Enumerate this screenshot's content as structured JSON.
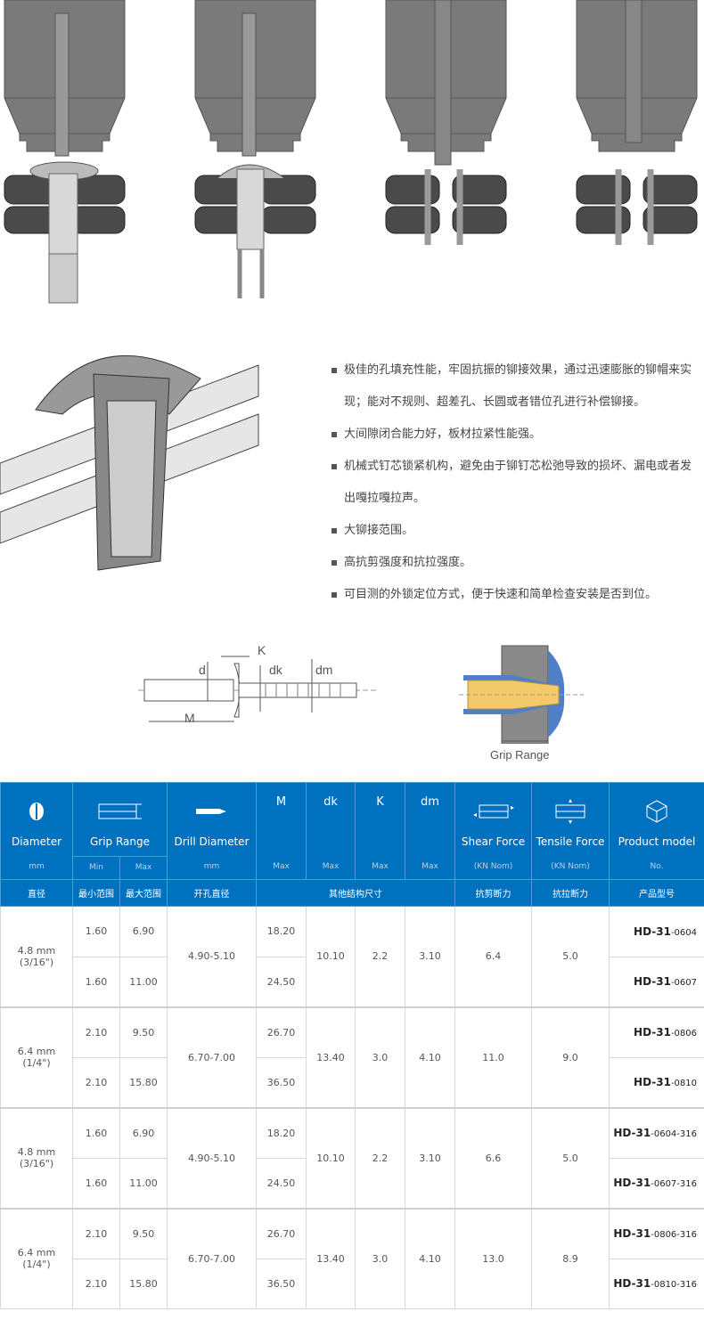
{
  "features": [
    "极佳的孔填充性能，牢固抗振的铆接效果，通过迅速膨胀的铆帽来实现；能对不规则、超差孔、长圆或者错位孔进行补偿铆接。",
    "大间隙闭合能力好，板材拉紧性能强。",
    "机械式钉芯锁紧机构，避免由于铆钉芯松弛导致的损坏、漏电或者发出嘎拉嘎拉声。",
    "大铆接范围。",
    "高抗剪强度和抗拉强度。",
    "可目测的外锁定位方式，便于快速和简单检查安装是否到位。"
  ],
  "dimension_labels": {
    "d": "d",
    "k": "K",
    "dk": "dk",
    "dm": "dm",
    "m": "M",
    "grip": "Grip Range"
  },
  "table": {
    "headers": [
      {
        "icon": "diameter-icon",
        "name": "Diameter",
        "unit": "mm",
        "cn": "直径"
      },
      {
        "icon": "grip-range-icon",
        "name": "Grip Range",
        "units": [
          "Min",
          "Max"
        ],
        "cn": [
          "最小范围",
          "最大范围"
        ]
      },
      {
        "icon": "drill-icon",
        "name": "Drill Diameter",
        "unit": "mm",
        "cn": "开孔直径"
      },
      {
        "name": "M",
        "unit": "Max"
      },
      {
        "name": "dk",
        "unit": "Max"
      },
      {
        "name": "K",
        "unit": "Max"
      },
      {
        "name": "dm",
        "unit": "Max"
      },
      {
        "icon": "shear-force-icon",
        "name": "Shear Force",
        "unit": "(KN Nom)",
        "cn": "抗剪断力"
      },
      {
        "icon": "tensile-force-icon",
        "name": "Tensile Force",
        "unit": "(KN Nom)",
        "cn": "抗拉断力"
      },
      {
        "icon": "product-box-icon",
        "name": "Product model",
        "unit": "No.",
        "cn": "产品型号"
      }
    ],
    "other_dims_cn": "其他结构尺寸",
    "groups": [
      {
        "diameter": "4.8 mm",
        "inch": "(3/16\")",
        "drill": "4.90-5.10",
        "dk": "10.10",
        "k": "2.2",
        "dm": "3.10",
        "shear": "6.4",
        "tensile": "5.0",
        "rows": [
          {
            "min": "1.60",
            "max": "6.90",
            "m": "18.20",
            "prefix": "HD-31",
            "suffix": "-0604"
          },
          {
            "min": "1.60",
            "max": "11.00",
            "m": "24.50",
            "prefix": "HD-31",
            "suffix": "-0607"
          }
        ]
      },
      {
        "diameter": "6.4 mm",
        "inch": "(1/4\")",
        "drill": "6.70-7.00",
        "dk": "13.40",
        "k": "3.0",
        "dm": "4.10",
        "shear": "11.0",
        "tensile": "9.0",
        "rows": [
          {
            "min": "2.10",
            "max": "9.50",
            "m": "26.70",
            "prefix": "HD-31",
            "suffix": "-0806"
          },
          {
            "min": "2.10",
            "max": "15.80",
            "m": "36.50",
            "prefix": "HD-31",
            "suffix": "-0810"
          }
        ]
      },
      {
        "diameter": "4.8 mm",
        "inch": "(3/16\")",
        "drill": "4.90-5.10",
        "dk": "10.10",
        "k": "2.2",
        "dm": "3.10",
        "shear": "6.6",
        "tensile": "5.0",
        "rows": [
          {
            "min": "1.60",
            "max": "6.90",
            "m": "18.20",
            "prefix": "HD-31",
            "suffix": "-0604-316"
          },
          {
            "min": "1.60",
            "max": "11.00",
            "m": "24.50",
            "prefix": "HD-31",
            "suffix": "-0607-316"
          }
        ]
      },
      {
        "diameter": "6.4 mm",
        "inch": "(1/4\")",
        "drill": "6.70-7.00",
        "dk": "13.40",
        "k": "3.0",
        "dm": "4.10",
        "shear": "13.0",
        "tensile": "8.9",
        "rows": [
          {
            "min": "2.10",
            "max": "9.50",
            "m": "26.70",
            "prefix": "HD-31",
            "suffix": "-0806-316"
          },
          {
            "min": "2.10",
            "max": "15.80",
            "m": "36.50",
            "prefix": "HD-31",
            "suffix": "-0810-316"
          }
        ]
      }
    ]
  },
  "colors": {
    "header_blue": "#0071bf",
    "tool_gray": "#7a7a7a",
    "sheet_dark": "#4a4a4a",
    "sleeve_blue": "#4f7fc7",
    "pin_yellow": "#f3c96a"
  }
}
